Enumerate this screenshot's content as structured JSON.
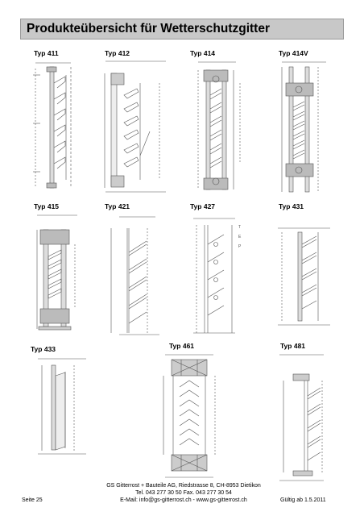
{
  "header": {
    "title": "Produkteübersicht für Wetterschutzgitter"
  },
  "products": [
    {
      "id": "typ411",
      "label": "Typ 411"
    },
    {
      "id": "typ412",
      "label": "Typ 412"
    },
    {
      "id": "typ414",
      "label": "Typ 414"
    },
    {
      "id": "typ414v",
      "label": "Typ 414V"
    },
    {
      "id": "typ415",
      "label": "Typ 415"
    },
    {
      "id": "typ421",
      "label": "Typ 421"
    },
    {
      "id": "typ427",
      "label": "Typ 427"
    },
    {
      "id": "typ431",
      "label": "Typ 431"
    },
    {
      "id": "typ433",
      "label": "Typ 433"
    },
    {
      "id": "typ461",
      "label": "Typ 461"
    },
    {
      "id": "typ481",
      "label": "Typ 481"
    }
  ],
  "footer": {
    "page": "Seite 25",
    "company": "GS Gitterrost + Bauteile AG, Riedstrasse 8, CH-8953 Dietikon",
    "phone": "Tel. 043 277 30 50   Fax. 043 277 30 54",
    "contact": "E-Mail: info@gs-gitterrost.ch -  www.gs-gitterrost.ch",
    "valid": "Gültig ab 1.5.2011"
  }
}
